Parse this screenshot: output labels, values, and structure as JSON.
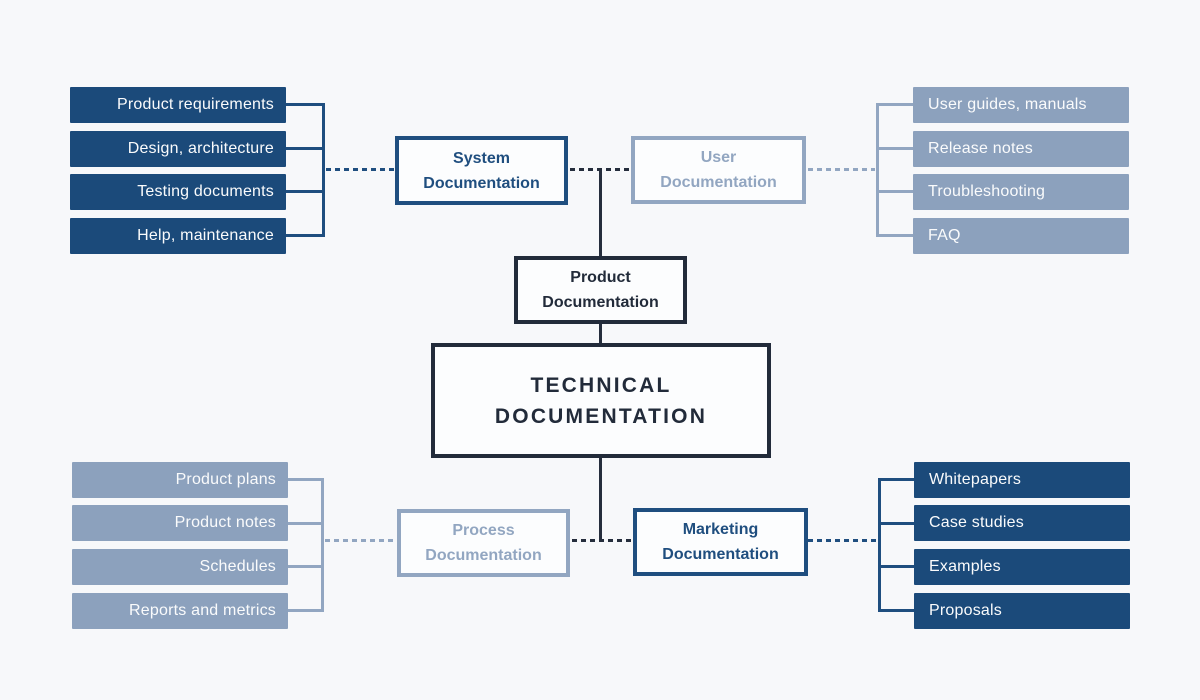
{
  "diagram": {
    "title": "TECHNICAL DOCUMENTATION",
    "nodes": {
      "product": {
        "label": "Product Documentation"
      },
      "system": {
        "label": "System Documentation"
      },
      "user": {
        "label": "User Documentation"
      },
      "process": {
        "label": "Process Documentation"
      },
      "marketing": {
        "label": "Marketing Documentation"
      }
    },
    "groups": {
      "system_items": [
        "Product requirements",
        "Design, architecture",
        "Testing documents",
        "Help, maintenance"
      ],
      "user_items": [
        "User guides, manuals",
        "Release notes",
        "Troubleshooting",
        "FAQ"
      ],
      "process_items": [
        "Product plans",
        "Product notes",
        "Schedules",
        "Reports and metrics"
      ],
      "marketing_items": [
        "Whitepapers",
        "Case studies",
        "Examples",
        "Proposals"
      ]
    },
    "colors": {
      "background": "#f7f8fa",
      "dark_blue_fill": "#1b4a7a",
      "dark_blue_accent": "#1f4e7f",
      "light_blue_fill": "#8ca1bd",
      "light_blue_accent": "#92a6c1",
      "navy_accent": "#222b3a",
      "item_text": "#fafbfc"
    }
  }
}
